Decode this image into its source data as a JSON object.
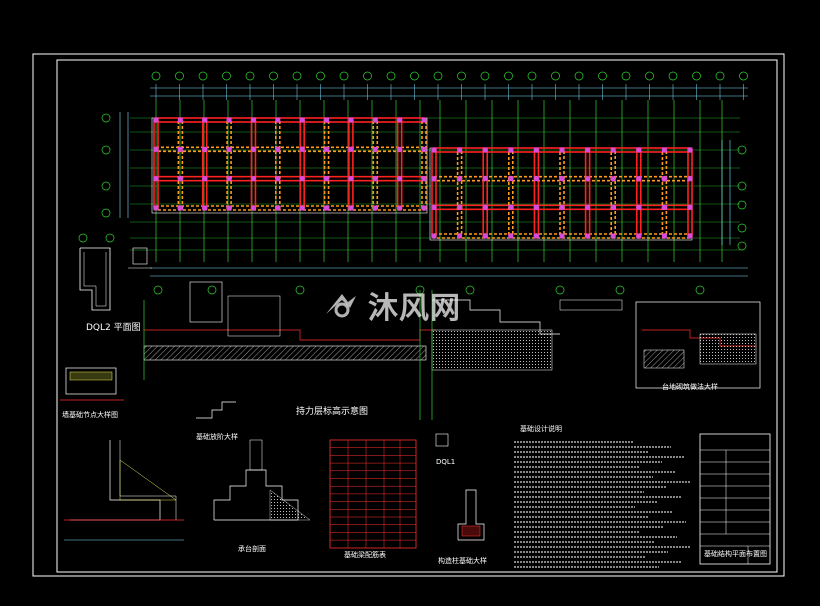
{
  "watermark": {
    "text": "沐风网",
    "domain": "",
    "icon": "mufeng-logo-icon"
  },
  "labels": {
    "dql2_title": "DQL2 平面图",
    "dql1_title": "DQL1",
    "wall_detail_title": "台地砌筑做法大样",
    "bearing_layer_title": "持力层标高示意图",
    "step_foundation_title": "基础放阶大样",
    "pit_detail_title": "承台剖面",
    "table_title": "基础梁配筋表",
    "column_detail_title": "构造柱基础大样",
    "notes_title": "基础设计说明",
    "drawing_name": "基础结构平面布置图",
    "left_small_title": "墙基础节点大样图"
  },
  "colors": {
    "background": "#000000",
    "frame": "#ffffff",
    "foundation_red": "#ff2020",
    "foundation_orange": "#ff9a1e",
    "column_purple": "#d94bd9",
    "axis_green": "#32d232",
    "dimension_cyan": "#7ee0ff",
    "text_white": "#ffffff",
    "table_red": "#ff3030",
    "hatch_yellow": "#e6e65a"
  }
}
